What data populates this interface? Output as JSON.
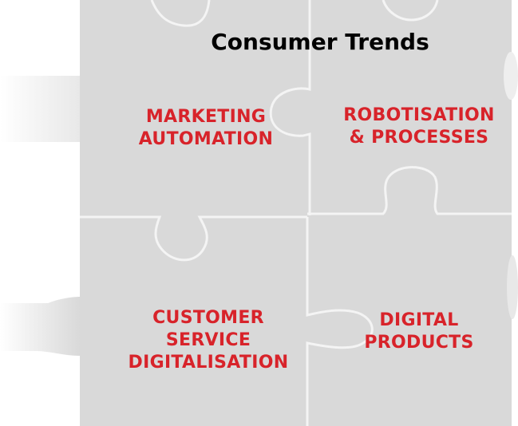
{
  "title": "Consumer Trends",
  "pieces": {
    "top_left": {
      "lines": [
        "MARKETING",
        "AUTOMATION"
      ]
    },
    "top_right": {
      "lines": [
        "ROBOTISATION",
        "& PROCESSES"
      ]
    },
    "bottom_left": {
      "lines": [
        "CUSTOMER",
        "SERVICE",
        "DIGITALISATION"
      ]
    },
    "bottom_right": {
      "lines": [
        "DIGITAL",
        "PRODUCTS"
      ]
    }
  },
  "colors": {
    "piece_fill": "#d9d9d9",
    "piece_edge": "#f4f4f4",
    "label": "#d8232a",
    "title": "#000000"
  }
}
